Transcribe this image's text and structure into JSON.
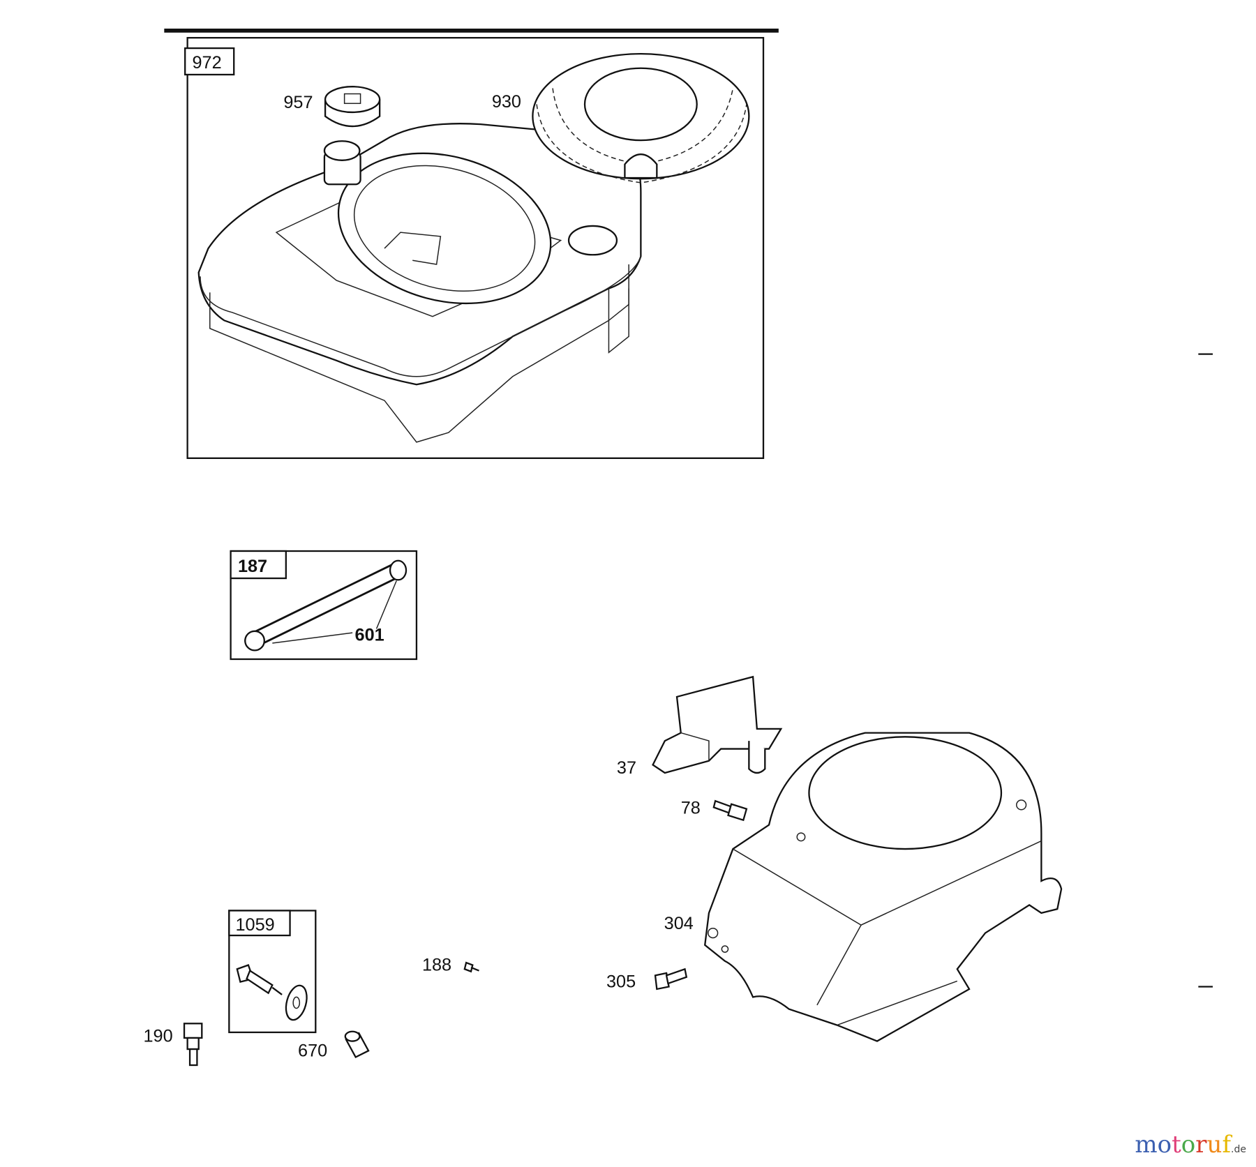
{
  "diagram": {
    "groups": [
      {
        "id": "972",
        "parts": [
          "957",
          "930"
        ]
      },
      {
        "id": "187",
        "parts": [
          "601"
        ]
      },
      {
        "id": "1059",
        "parts": []
      }
    ],
    "labels": {
      "p957": "957",
      "p930": "930",
      "p601": "601",
      "p37": "37",
      "p78": "78",
      "p304": "304",
      "p305": "305",
      "p188": "188",
      "p190": "190",
      "p670": "670"
    }
  },
  "logo": {
    "letters": [
      "m",
      "o",
      "t",
      "o",
      "r",
      "u",
      "f"
    ],
    "suffix": ".de",
    "colors": [
      "#3b5fb0",
      "#3b5fb0",
      "#e0407a",
      "#4aa84a",
      "#d83a2a",
      "#f08a1a",
      "#e6b800"
    ]
  }
}
